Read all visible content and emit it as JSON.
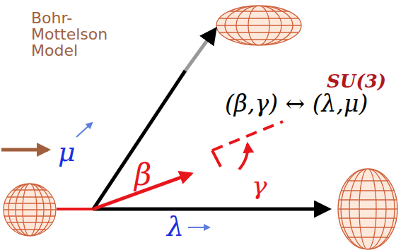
{
  "diagram": {
    "labels": [
      "Bohr-Mottelson Model",
      "SU(3)",
      "(β,γ) ↔ (λ,μ)",
      "μ",
      "β",
      "γ",
      "λ"
    ]
  }
}
